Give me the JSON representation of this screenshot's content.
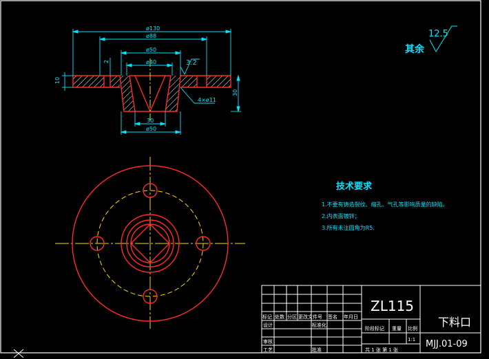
{
  "dims": {
    "d130": "ø130",
    "d88": "ø88",
    "d50_top": "ø50",
    "d40": "ø40",
    "d50_bottom": "ø50",
    "h10": "10",
    "h2": "2",
    "h30_right": "30",
    "w30": "30",
    "holes": "4×ø11",
    "surface_local": "3.2"
  },
  "surface": {
    "label": "其余",
    "value": "12.5"
  },
  "tech_requirements": {
    "title": "技术要求",
    "items": [
      "1.不要有铸造裂纹、缩孔、气孔等影响质量的缺陷。",
      "2.内表面镀锌；",
      "3.所有未注圆角为R5."
    ]
  },
  "title_block": {
    "part_code": "ZL115",
    "part_name": "下料口",
    "drawing_no": "MJJ.01-09",
    "scale": "1:1",
    "header_row": [
      "标记",
      "处数",
      "分区",
      "更改文件号",
      "签名",
      "年月日"
    ],
    "design": "设计",
    "standardize": "标准化",
    "stage_mark": "阶段标记",
    "weight": "重量",
    "ratio": "比例",
    "review": "审核",
    "process": "工艺",
    "approve": "批准",
    "sheets": "共 1 张  第 1 张"
  }
}
